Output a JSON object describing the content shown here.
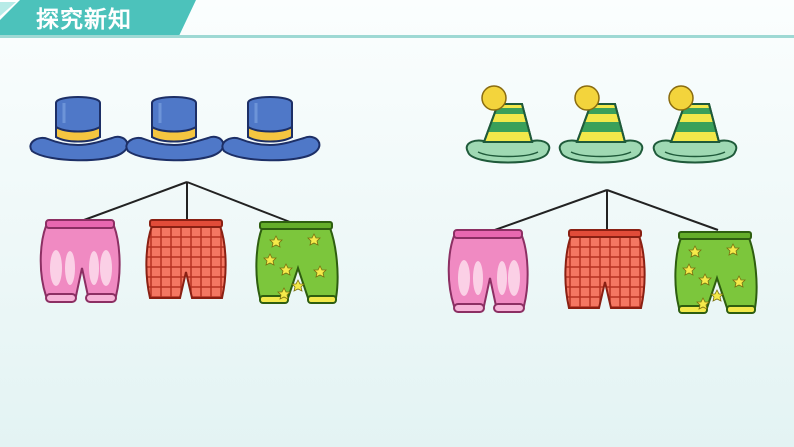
{
  "header": {
    "title": "探究新知"
  },
  "groups": [
    {
      "hat_style": "top-hat",
      "hat_count": 3,
      "pants": [
        "pink-bloomers",
        "red-plaid-pants",
        "green-star-pants"
      ]
    },
    {
      "hat_style": "pompom-cap",
      "hat_count": 3,
      "pants": [
        "pink-bloomers",
        "red-plaid-pants",
        "green-star-pants"
      ]
    }
  ],
  "colors": {
    "header_teal": "#4cc2bb",
    "top_hat_blue": "#4f78c8",
    "top_hat_band": "#f5c540",
    "cap_stripe_yellow": "#f2e84a",
    "cap_stripe_green": "#3aa05a",
    "cap_brim": "#9fd9b3",
    "pants_pink": "#f08ac2",
    "pants_red": "#f47762",
    "pants_green": "#7cc63c"
  }
}
